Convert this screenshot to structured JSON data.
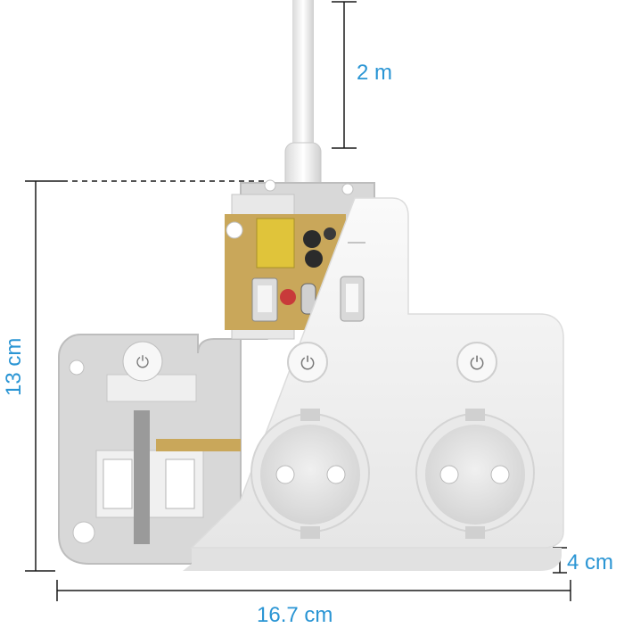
{
  "image": {
    "subject": "power strip with cutaway interior",
    "dimensions": {
      "cable_length": "2 m",
      "height": "13 cm",
      "depth": "4 cm",
      "width": "16.7 cm"
    },
    "colors": {
      "dimension_line": "#1a1a1a",
      "dimension_text": "#2a95d4",
      "housing": "#f2f2f2",
      "pcb": "#c9a75a"
    }
  }
}
